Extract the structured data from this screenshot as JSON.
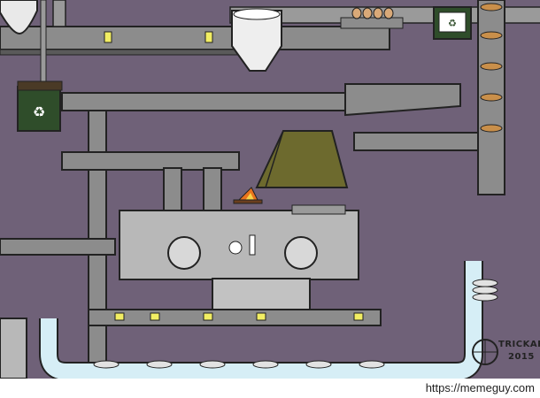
{
  "artwork": {
    "signature_name": "TRICKARTT",
    "signature_year": "2015",
    "watermark": "https://memeguy.com"
  },
  "colors": {
    "background": "#6f6178",
    "conveyor": "#8c8c8c",
    "machine": "#b8b8b8",
    "tent": "#6d6a2e",
    "water_pipe": "#d6eef6",
    "butter": "#f2ee63",
    "bin": "#2f4d2a"
  }
}
